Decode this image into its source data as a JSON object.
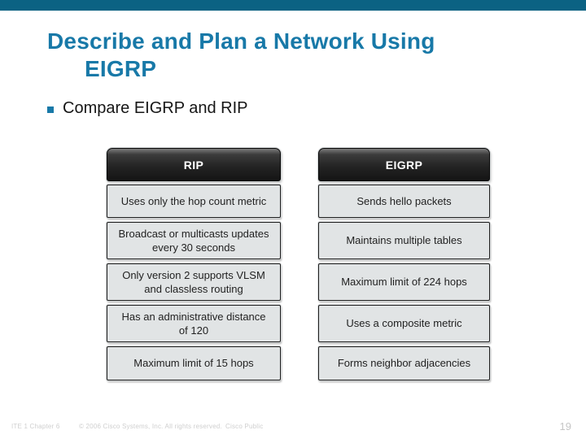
{
  "slide": {
    "title_line1": "Describe and Plan a Network Using",
    "title_line2": "EIGRP",
    "bullet": "Compare EIGRP and RIP"
  },
  "comparison": {
    "rip": {
      "header": "RIP",
      "rows": [
        "Uses only the hop count metric",
        "Broadcast or multicasts updates every 30 seconds",
        "Only version 2 supports VLSM and classless routing",
        "Has an administrative distance of 120",
        "Maximum limit of 15 hops"
      ]
    },
    "eigrp": {
      "header": "EIGRP",
      "rows": [
        "Sends hello packets",
        "Maintains multiple tables",
        "Maximum limit of 224 hops",
        "Uses a composite metric",
        "Forms neighbor adjacencies"
      ]
    }
  },
  "footer": {
    "course": "ITE 1 Chapter 6",
    "copyright": "© 2006 Cisco Systems, Inc. All rights reserved.",
    "classification": "Cisco Public",
    "page_number": "19"
  },
  "colors": {
    "accent_teal": "#0b6283",
    "title_teal": "#1879a8",
    "cell_background": "#e1e4e5",
    "header_dark": "#141414"
  }
}
